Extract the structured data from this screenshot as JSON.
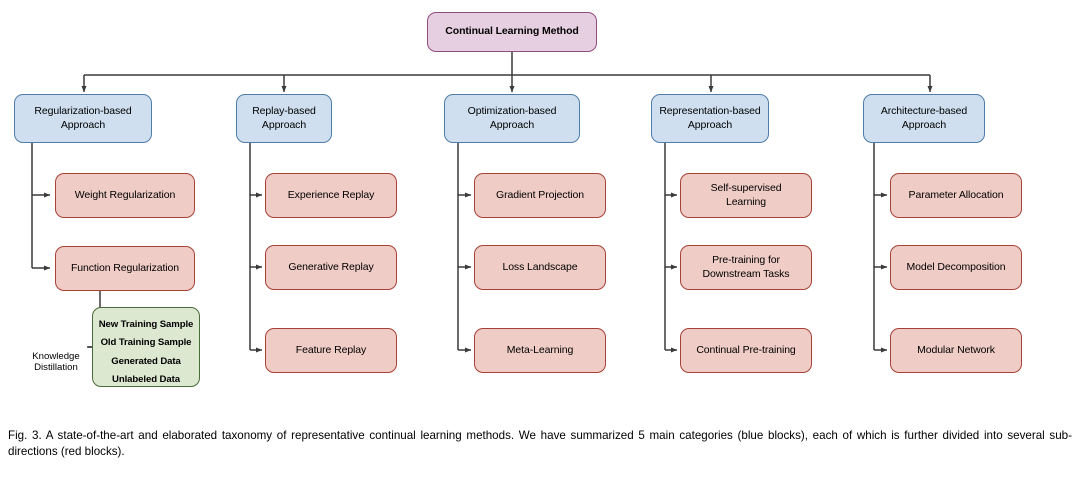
{
  "figure": {
    "root": {
      "label": "Continual Learning Method"
    },
    "columns": [
      {
        "category": "Regularization-based\nApproach",
        "category_name": "regularization-based-approach",
        "subs": [
          {
            "label": "Weight Regularization"
          },
          {
            "label": "Function Regularization"
          }
        ],
        "edge_label": "Knowledge\nDistillation",
        "data_box": {
          "items": [
            "New Training Sample",
            "Old Training Sample",
            "Generated Data",
            "Unlabeled Data"
          ]
        }
      },
      {
        "category": "Replay-based\nApproach",
        "category_name": "replay-based-approach",
        "subs": [
          {
            "label": "Experience Replay"
          },
          {
            "label": "Generative Replay"
          },
          {
            "label": "Feature Replay"
          }
        ]
      },
      {
        "category": "Optimization-based\nApproach",
        "category_name": "optimization-based-approach",
        "subs": [
          {
            "label": "Gradient Projection"
          },
          {
            "label": "Loss Landscape"
          },
          {
            "label": "Meta-Learning"
          }
        ]
      },
      {
        "category": "Representation-based\nApproach",
        "category_name": "representation-based-approach",
        "subs": [
          {
            "label": "Self-supervised\nLearning"
          },
          {
            "label": "Pre-training for\nDownstream Tasks"
          },
          {
            "label": "Continual Pre-training"
          }
        ]
      },
      {
        "category": "Architecture-based\nApproach",
        "category_name": "architecture-based-approach",
        "subs": [
          {
            "label": "Parameter Allocation"
          },
          {
            "label": "Model Decomposition"
          },
          {
            "label": "Modular Network"
          }
        ]
      }
    ],
    "colors": {
      "root_fill": "#e7cfe2",
      "root_border": "#8e4b7e",
      "category_fill": "#cfdff0",
      "category_border": "#4f7ca8",
      "sub_fill": "#f0ccc6",
      "sub_border": "#a64237",
      "data_fill": "#dde8d0",
      "data_border": "#4a6b3a",
      "connector": "#3a3a3a"
    }
  },
  "caption": {
    "text": "Fig. 3. A state-of-the-art and elaborated taxonomy of representative continual learning methods. We have summarized 5 main categories (blue blocks), each of which is further divided into several sub-directions (red blocks)."
  }
}
